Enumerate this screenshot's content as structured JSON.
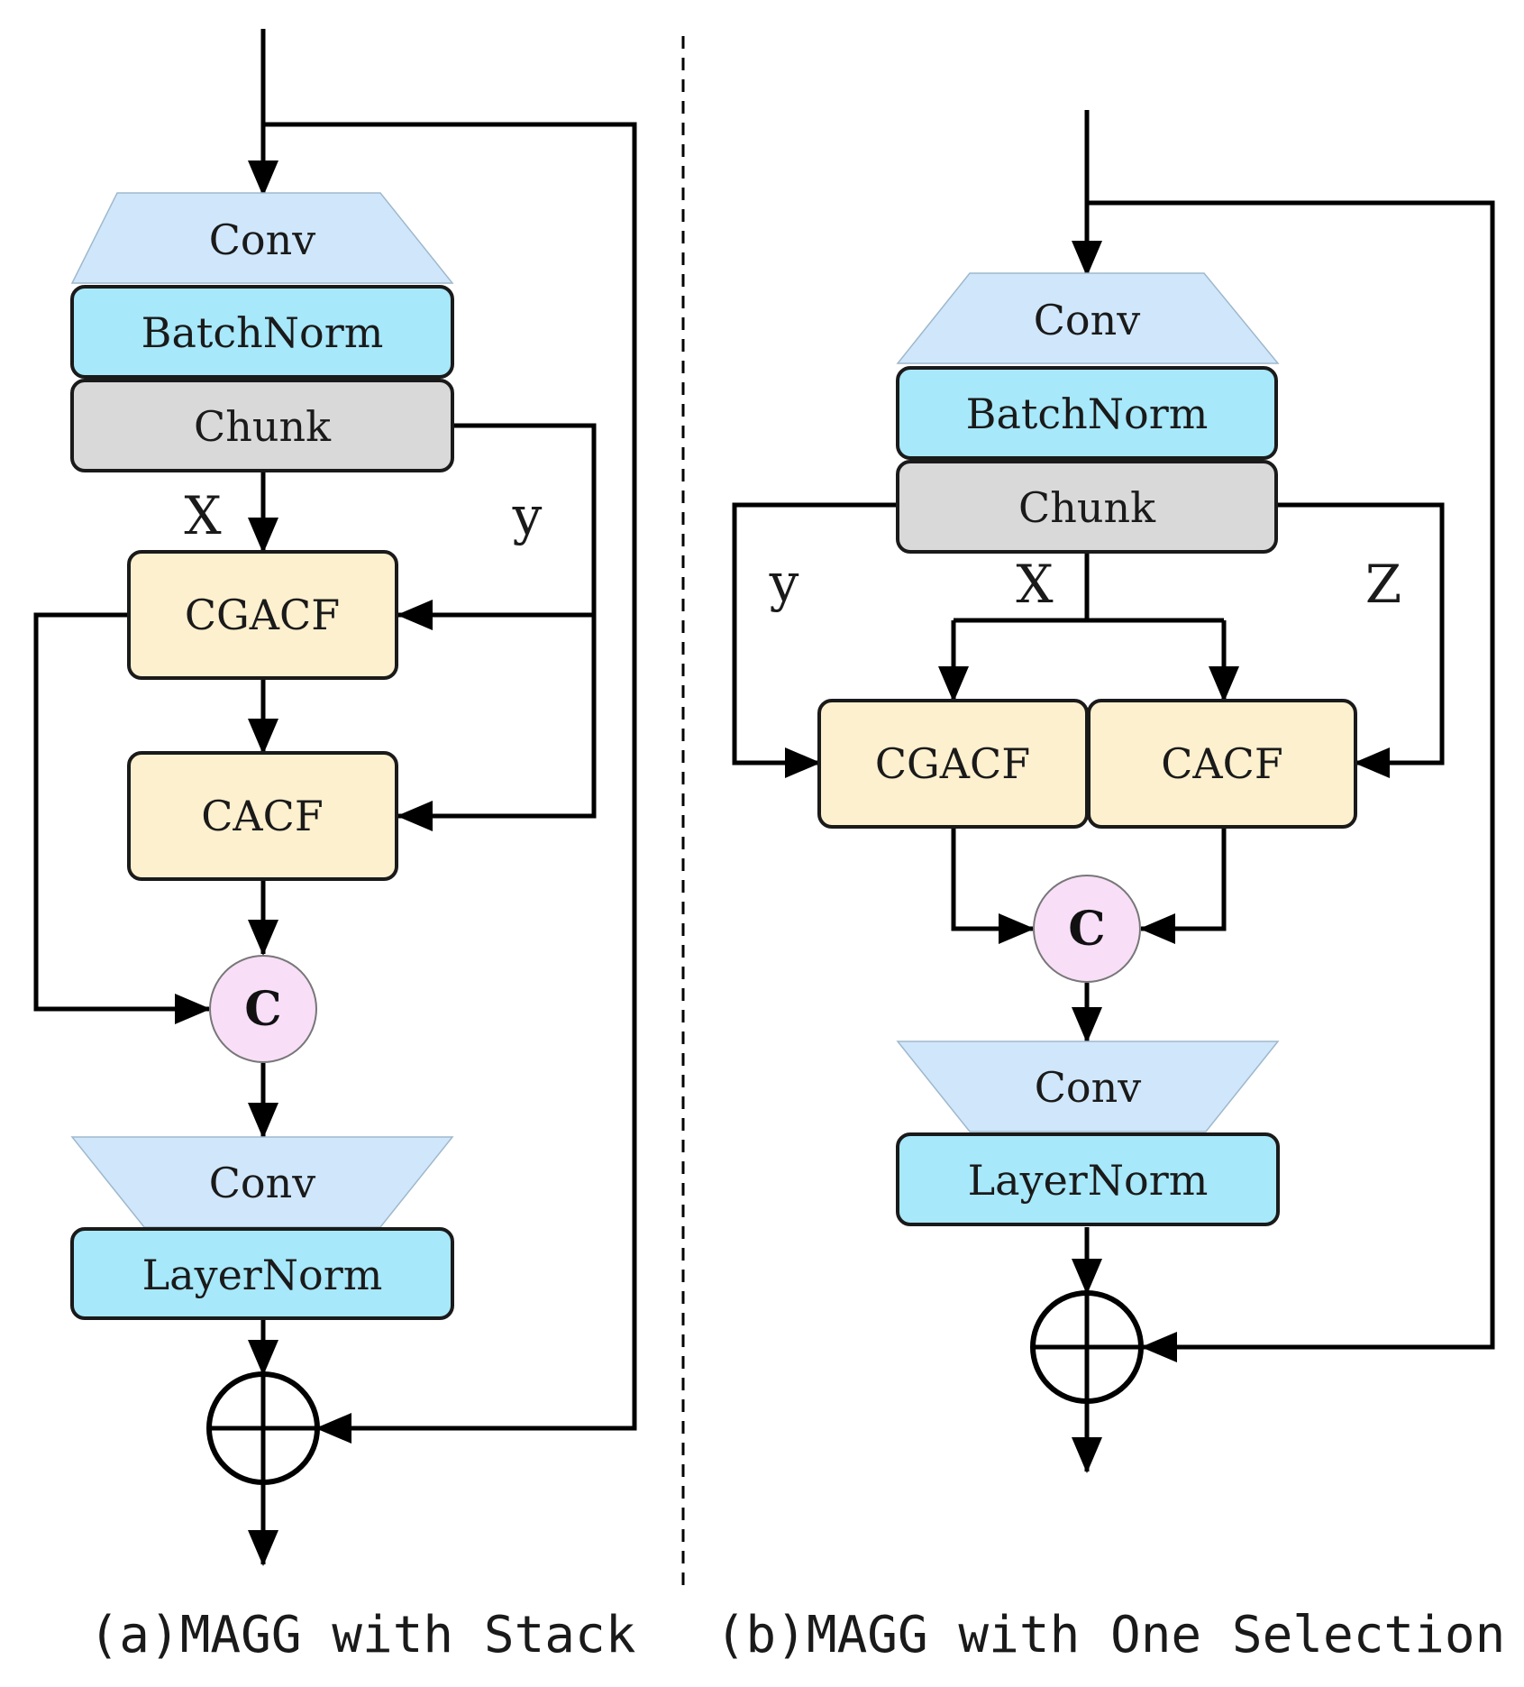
{
  "colors": {
    "conv_fill": "#d0e7fb",
    "norm_fill": "#a7e8fa",
    "chunk_fill": "#d9d9d9",
    "module_fill": "#fdf0cf",
    "concat_fill": "#f8def7"
  },
  "panel_a": {
    "conv_top": "Conv",
    "batchnorm": "BatchNorm",
    "chunk": "Chunk",
    "var_x": "X",
    "var_y": "y",
    "cgacf": "CGACF",
    "cacf": "CACF",
    "concat": "C",
    "conv_bottom": "Conv",
    "layernorm": "LayerNorm",
    "add_symbol": "plus-circle-icon",
    "caption": "(a)MAGG with Stack"
  },
  "panel_b": {
    "conv_top": "Conv",
    "batchnorm": "BatchNorm",
    "chunk": "Chunk",
    "var_y": "y",
    "var_x": "X",
    "var_z": "Z",
    "cgacf": "CGACF",
    "cacf": "CACF",
    "concat": "C",
    "conv_bottom": "Conv",
    "layernorm": "LayerNorm",
    "add_symbol": "plus-circle-icon",
    "caption": "(b)MAGG with One Selection"
  }
}
